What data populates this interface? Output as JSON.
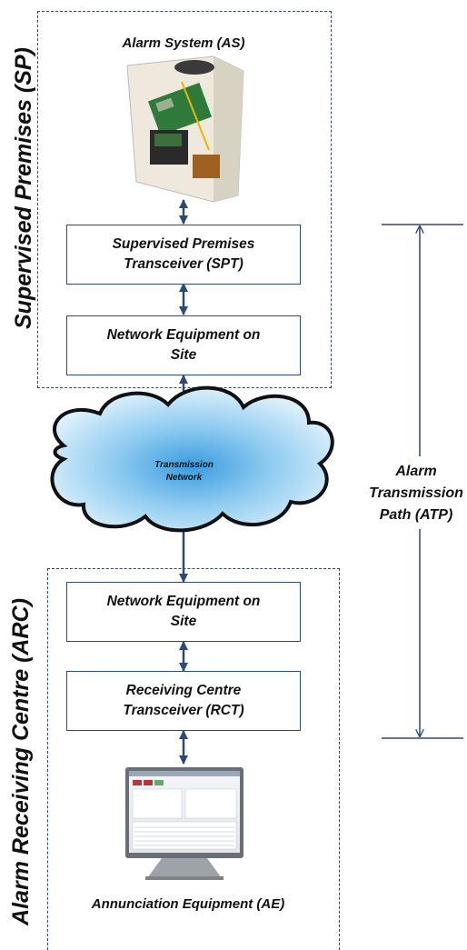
{
  "zones": {
    "supervised_premises": "Supervised Premises (SP)",
    "alarm_receiving_centre": "Alarm Receiving Centre (ARC)"
  },
  "alarm_system": {
    "label": "Alarm System (AS)",
    "icon": "alarm-panel-image"
  },
  "spt": {
    "line1": "Supervised Premises",
    "line2": "Transceiver (SPT)"
  },
  "network_sp": {
    "line1": "Network Equipment on",
    "line2": "Site"
  },
  "cloud": {
    "line1": "Transmission",
    "line2": "Network"
  },
  "network_arc": {
    "line1": "Network Equipment on",
    "line2": "Site"
  },
  "rct": {
    "line1": "Receiving Centre",
    "line2": "Transceiver (RCT)"
  },
  "annunciation": {
    "label": "Annunciation Equipment (AE)",
    "icon": "monitor-image"
  },
  "atp": {
    "line1": "Alarm",
    "line2": "Transmission",
    "line3": "Path (ATP)"
  },
  "colors": {
    "line": "#2c4a73",
    "cloud_fill": "#9fd0ef"
  }
}
